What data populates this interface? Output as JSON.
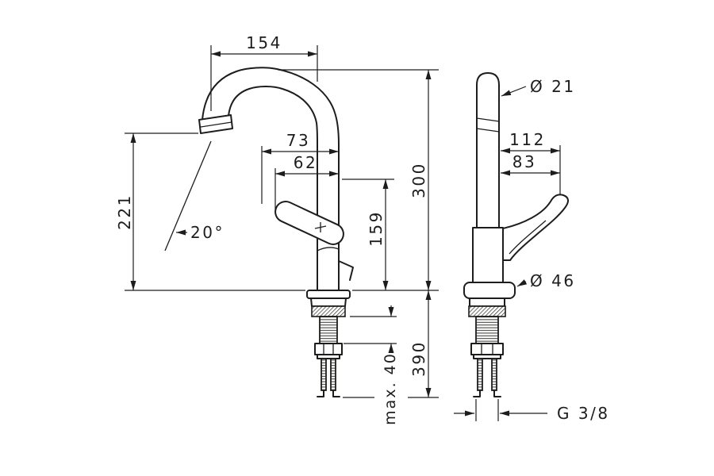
{
  "colors": {
    "line": "#1d1d1b",
    "background": "#ffffff"
  },
  "side_view": {
    "reach_154": "154",
    "dim_73": "73",
    "dim_62": "62",
    "height_221": "221",
    "angle_20": "20°",
    "height_159": "159",
    "height_300": "300",
    "height_390": "390",
    "max_thickness": "max. 40"
  },
  "front_view": {
    "dia_spout": "Ø 21",
    "dim_112": "112",
    "dim_83": "83",
    "dia_base": "Ø 46",
    "thread": "G 3/8"
  }
}
